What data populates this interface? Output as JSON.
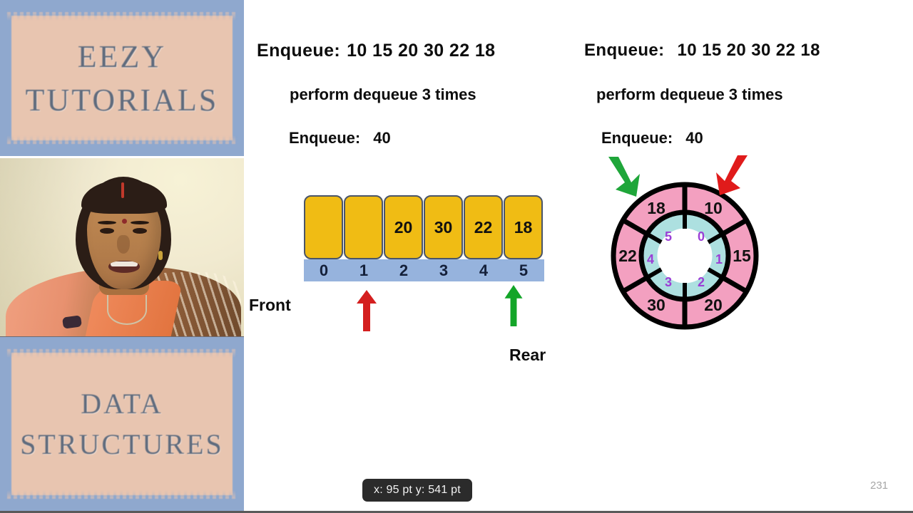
{
  "sidebar": {
    "brand_top": {
      "line1": "Eezy",
      "line2": "Tutorials"
    },
    "brand_bottom": {
      "line1": "Data",
      "line2": "Structures"
    },
    "webcam_label": "presenter-video"
  },
  "slide": {
    "left_column": {
      "enqueue_label": "Enqueue:",
      "enqueue_values": "10   15   20   30   22   18",
      "dequeue_note": "perform dequeue 3 times",
      "enqueue2_label": "Enqueue:",
      "enqueue2_value": "40"
    },
    "right_column": {
      "enqueue_label": "Enqueue:",
      "enqueue_values": "10  15  20  30  22  18",
      "dequeue_note": "perform dequeue 3 times",
      "enqueue2_label": "Enqueue:",
      "enqueue2_value": "40"
    },
    "array_diagram": {
      "cells": [
        "",
        "",
        "20",
        "30",
        "22",
        "18"
      ],
      "indices": [
        "0",
        "1",
        "2",
        "3",
        "4",
        "5"
      ],
      "front_label": "Front",
      "rear_label": "Rear",
      "front_index": "1",
      "rear_index": "5",
      "cell_color": "#F0BC14",
      "cell_border_color": "#4A5468",
      "index_bar_color": "#96B3DD",
      "front_arrow_color": "#D41F1F",
      "rear_arrow_color": "#13A528"
    },
    "circular_diagram": {
      "outer_values": [
        "10",
        "15",
        "20",
        "30",
        "22",
        "18"
      ],
      "inner_indices": [
        "0",
        "1",
        "2",
        "3",
        "4",
        "5"
      ],
      "outer_ring_color": "#F3A0C0",
      "inner_ring_color": "#ADE0E0",
      "index_text_color": "#9B3FD6",
      "rear_arrow_color": "#D41F1F",
      "front_arrow_color": "#13A528"
    }
  },
  "footer": {
    "coordinates": "x: 95 pt  y: 541 pt",
    "page_number": "231"
  },
  "colors": {
    "sidebar_blue": "#8FA8CE",
    "sidebar_panel": "#E8C5B0",
    "brand_text": "#5F6B7D",
    "slide_background": "#FFFFFF",
    "body_text": "#0D0D0D"
  }
}
